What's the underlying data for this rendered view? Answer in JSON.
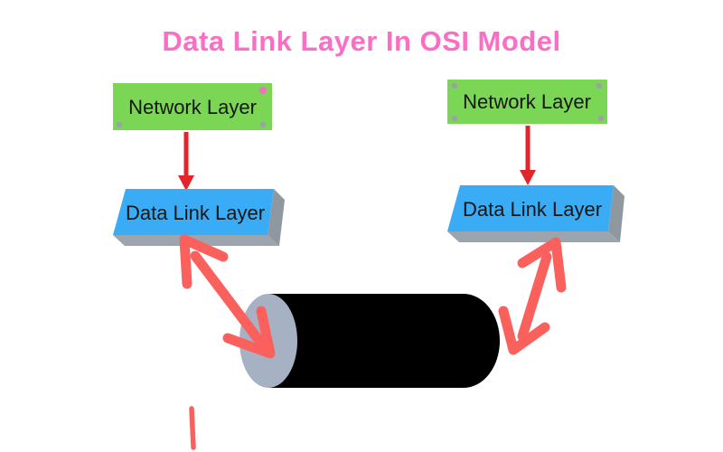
{
  "title": {
    "text": "Data Link Layer In OSI Model"
  },
  "diagram": {
    "left": {
      "network_label": "Network Layer",
      "datalink_label": "Data Link Layer"
    },
    "right": {
      "network_label": "Network Layer",
      "datalink_label": "Data Link Layer"
    }
  },
  "colors": {
    "title_pink": "#FB6EC4",
    "box_green": "#7BD656",
    "box_blue": "#3AACF5",
    "slab_bottom_gray": "#9CA4AD",
    "cylinder_black": "#000000",
    "cylinder_cap_gray": "#A6B2C3",
    "straight_arrow_red": "#E2242B",
    "double_arrow_salmon": "#FA615D",
    "handle_dot_pink": "#F46EBE",
    "handle_dot_gray": "#9AA1A8"
  }
}
